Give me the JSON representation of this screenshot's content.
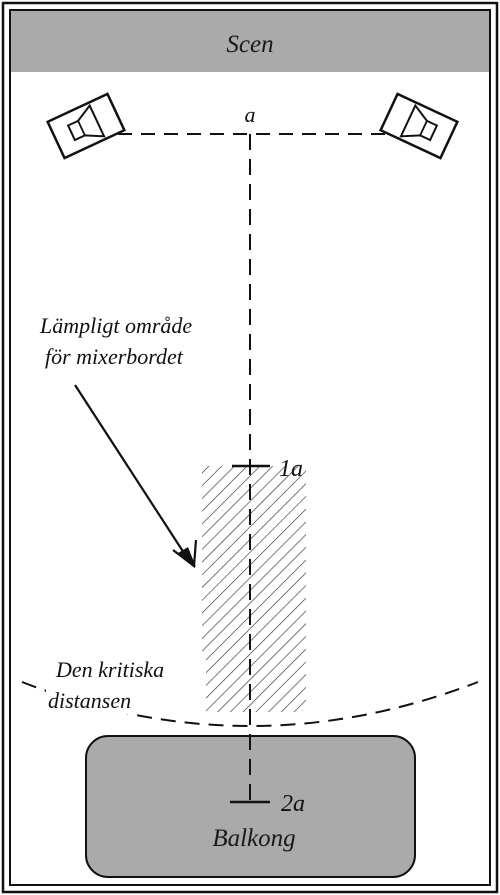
{
  "stage": {
    "label": "Scen",
    "fill": "#aaaaaa"
  },
  "balcony": {
    "label": "Balkong",
    "fill": "#aaaaaa"
  },
  "labels": {
    "distance_a": "a",
    "distance_1a": "1a",
    "distance_2a": "2a",
    "mixer_area_line1": "Lämpligt område",
    "mixer_area_line2": "för mixerbordet",
    "critical_distance_line1": "Den kritiska",
    "critical_distance_line2": "distansen"
  },
  "speakers": [
    {
      "name": "left-speaker",
      "icon": "speaker-icon"
    },
    {
      "name": "right-speaker",
      "icon": "speaker-icon"
    }
  ],
  "colors": {
    "line": "#111111",
    "hatch": "#333333",
    "border": "#111111"
  }
}
